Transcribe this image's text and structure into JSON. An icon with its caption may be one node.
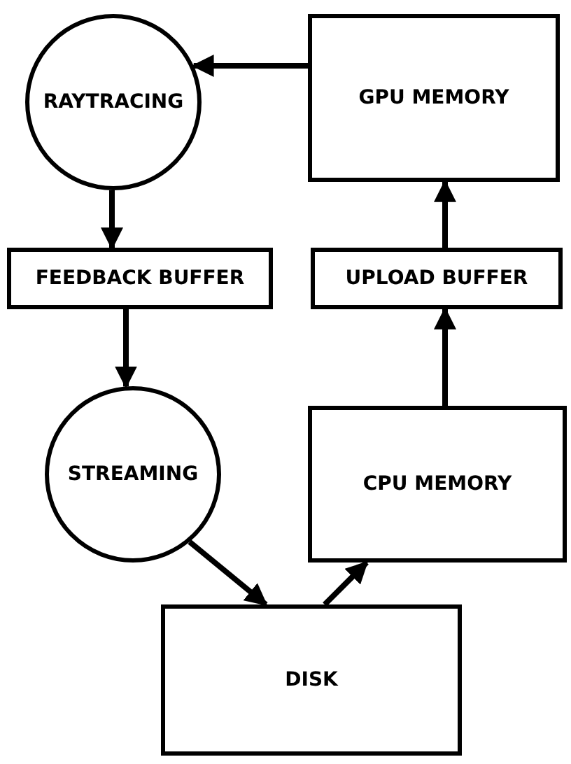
{
  "diagram": {
    "nodes": [
      {
        "text": [
          "RAYTRACING"
        ]
      },
      {
        "text": [
          "GPU MEMORY"
        ]
      },
      {
        "text": [
          "FEEDBACK BUFFER"
        ]
      },
      {
        "text": [
          "UPLOAD BUFFER"
        ]
      },
      {
        "text": [
          "STREAMING"
        ]
      },
      {
        "text": [
          "CPU MEMORY"
        ]
      },
      {
        "text": [
          "DISK"
        ]
      }
    ],
    "edges": [
      {
        "from": 1,
        "to": 0,
        "arrow": "to"
      },
      {
        "from": 0,
        "to": 2,
        "arrow": "to"
      },
      {
        "from": 2,
        "to": 4,
        "arrow": "to"
      },
      {
        "from": 4,
        "to": 6,
        "arrow": "to"
      },
      {
        "from": 6,
        "to": 5,
        "arrow": "to"
      },
      {
        "from": 5,
        "to": 3,
        "arrow": "to"
      },
      {
        "from": 3,
        "to": 1,
        "arrow": "to"
      }
    ]
  }
}
